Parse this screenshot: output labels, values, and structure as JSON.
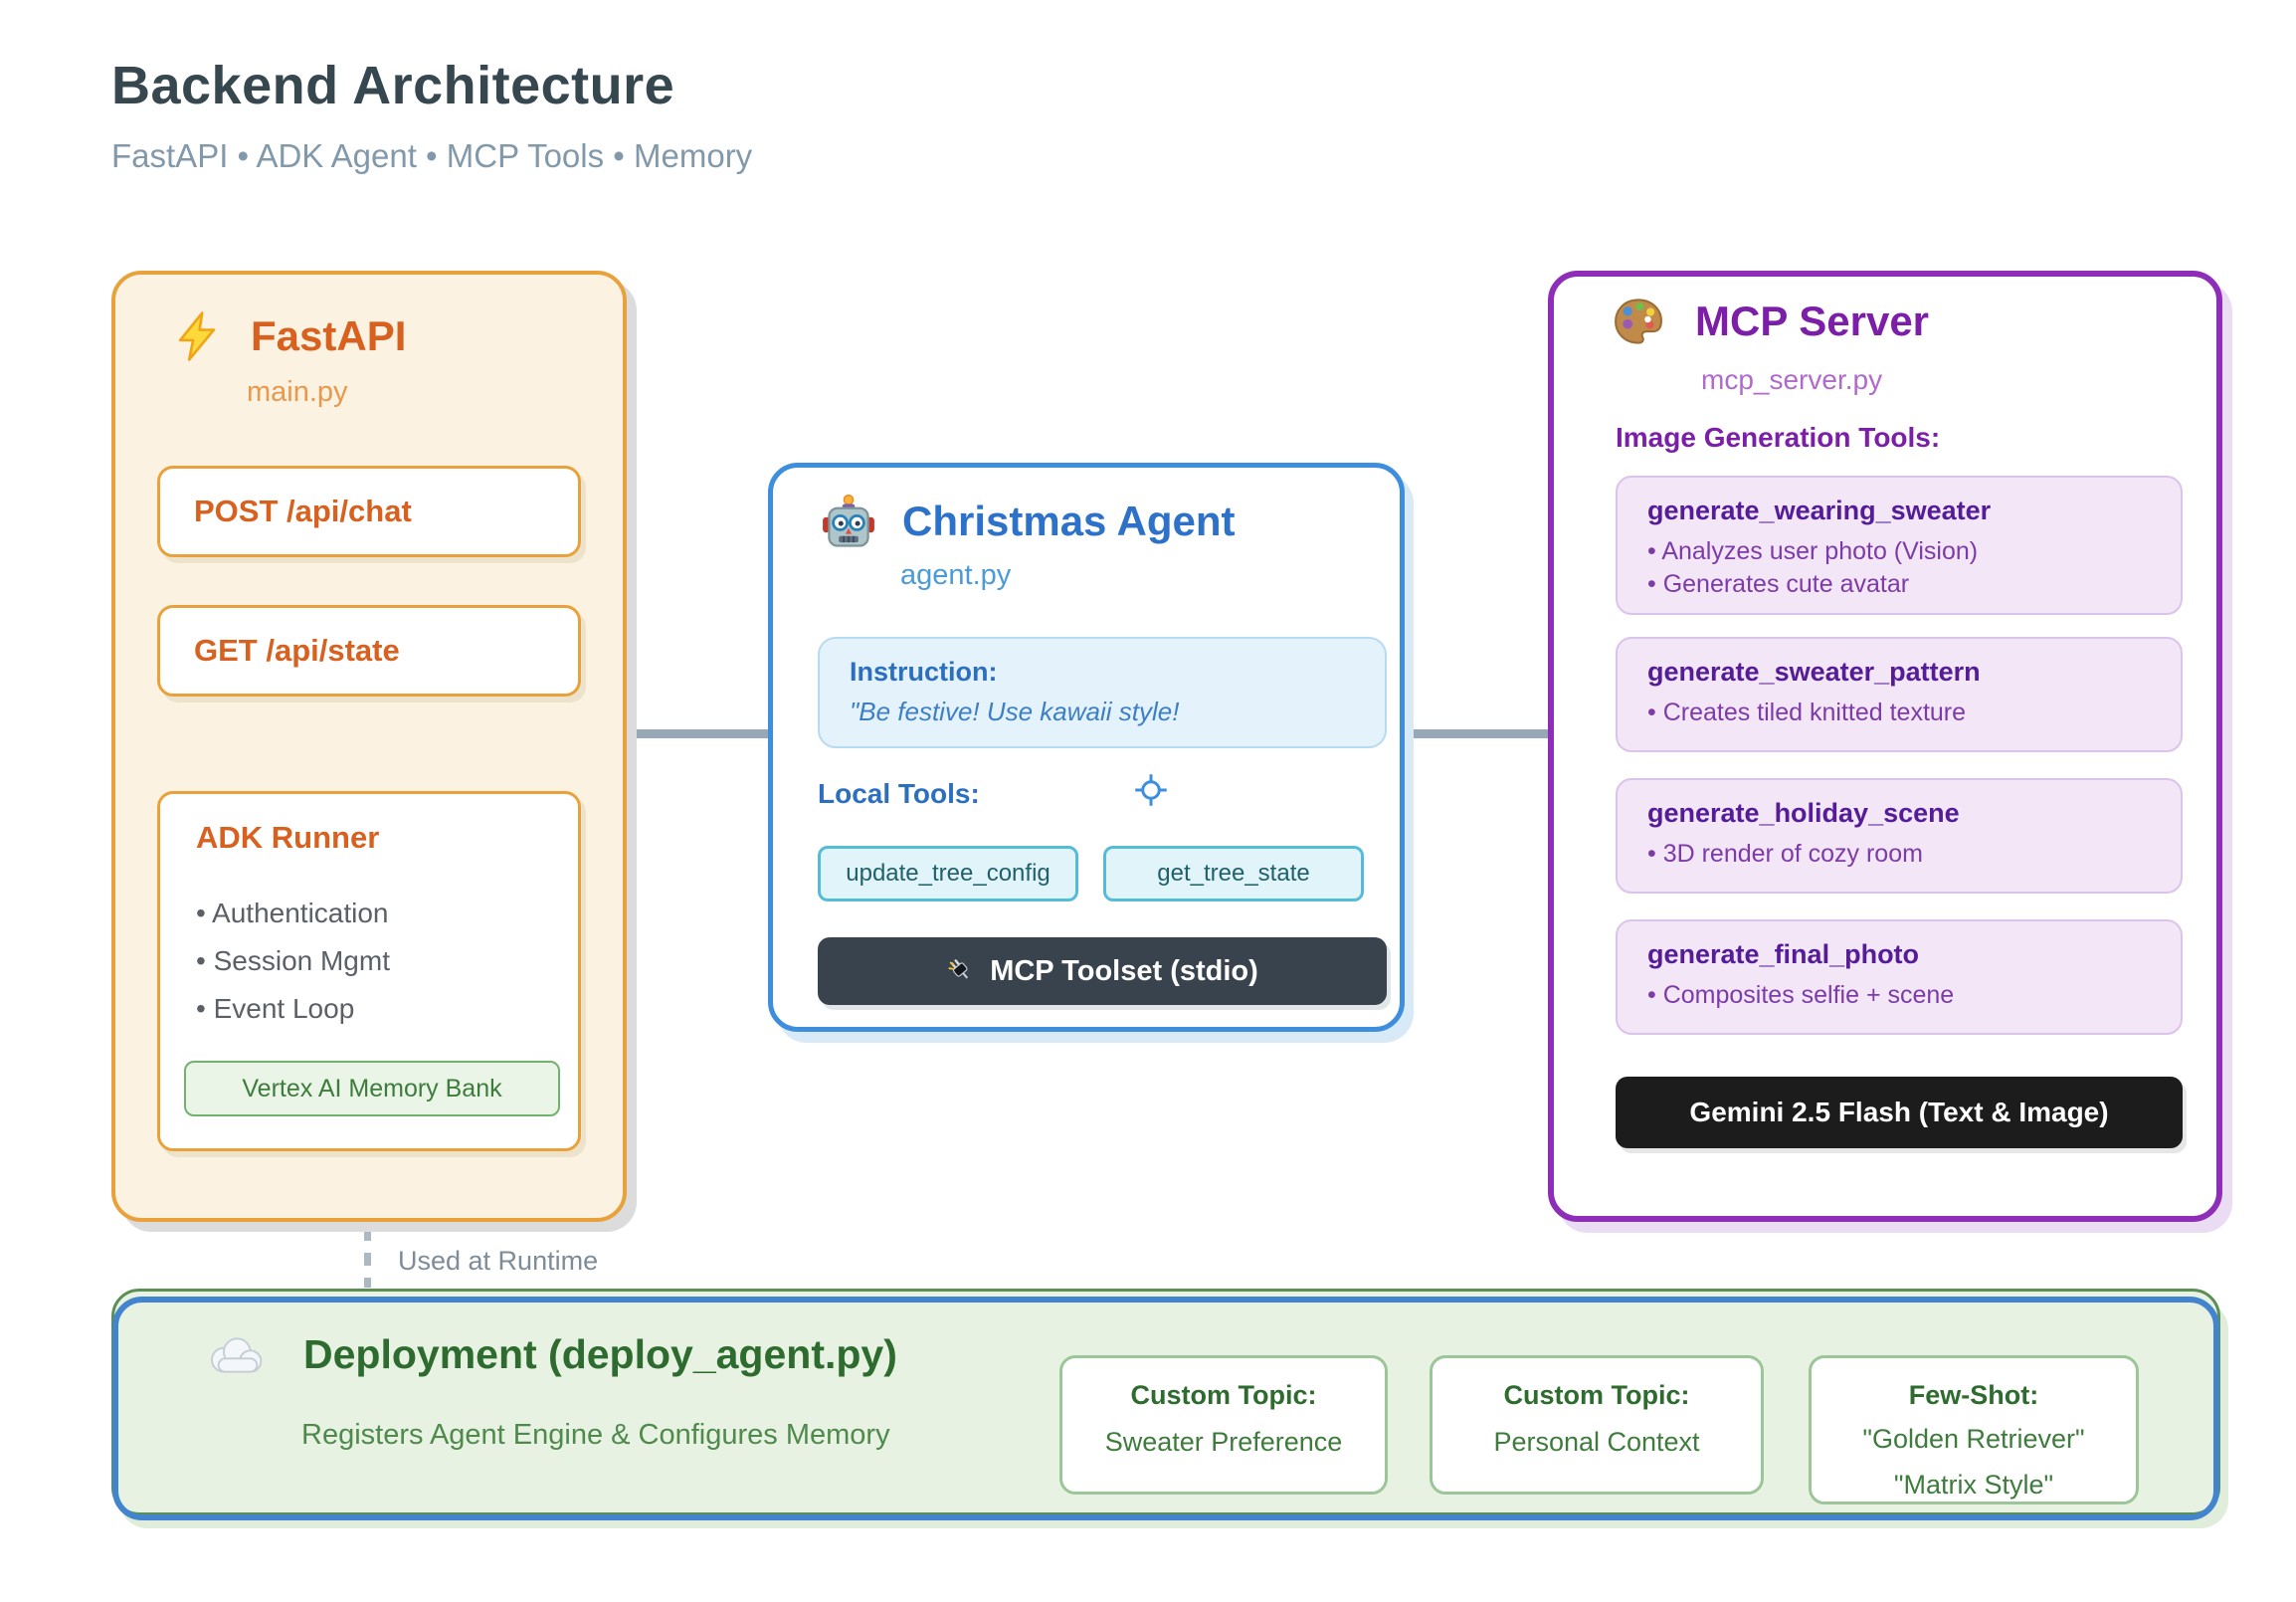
{
  "page": {
    "title": "Backend Architecture",
    "subtitle": "FastAPI • ADK Agent • MCP Tools • Memory"
  },
  "fastapi": {
    "title": "FastAPI",
    "file": "main.py",
    "endpoints": [
      "POST /api/chat",
      "GET /api/state"
    ],
    "runner": {
      "title": "ADK Runner",
      "items": [
        "Authentication",
        "Session Mgmt",
        "Event Loop"
      ],
      "memory_label": "Vertex AI Memory Bank"
    }
  },
  "agent": {
    "title": "Christmas Agent",
    "file": "agent.py",
    "instruction_label": "Instruction:",
    "instruction_text": "\"Be festive! Use kawaii style!",
    "local_tools_label": "Local Tools:",
    "tools": [
      "update_tree_config",
      "get_tree_state"
    ],
    "toolset_label": "MCP Toolset (stdio)"
  },
  "mcp": {
    "title": "MCP Server",
    "file": "mcp_server.py",
    "section_label": "Image Generation Tools:",
    "tools": [
      {
        "name": "generate_wearing_sweater",
        "bullets": [
          "Analyzes user photo (Vision)",
          "Generates cute avatar"
        ]
      },
      {
        "name": "generate_sweater_pattern",
        "bullets": [
          "Creates tiled knitted texture"
        ]
      },
      {
        "name": "generate_holiday_scene",
        "bullets": [
          "3D render of cozy room"
        ]
      },
      {
        "name": "generate_final_photo",
        "bullets": [
          "Composites selfie + scene"
        ]
      }
    ],
    "model_label": "Gemini 2.5 Flash (Text & Image)"
  },
  "connector": {
    "runtime_label": "Used at Runtime"
  },
  "deployment": {
    "title": "Deployment (deploy_agent.py)",
    "subtitle": "Registers Agent Engine & Configures Memory",
    "cards": [
      {
        "label": "Custom Topic:",
        "line1": "Sweater Preference",
        "line2": ""
      },
      {
        "label": "Custom Topic:",
        "line1": "Personal Context",
        "line2": ""
      },
      {
        "label": "Few-Shot:",
        "line1": "\"Golden Retriever\"",
        "line2": "\"Matrix Style\""
      }
    ]
  },
  "colors": {
    "fastapi_accent": "#D8611F",
    "fastapi_border": "#E9A23B",
    "agent_accent": "#2D72C8",
    "agent_border": "#3E8EDE",
    "mcp_accent": "#7C1FA8",
    "mcp_border": "#8E2DB8",
    "deploy_accent": "#2E6B2E",
    "deploy_border": "#5B9054",
    "dark_button": "#39434D",
    "black_button": "#1C1C1C",
    "connector_gray": "#98A7B5"
  }
}
